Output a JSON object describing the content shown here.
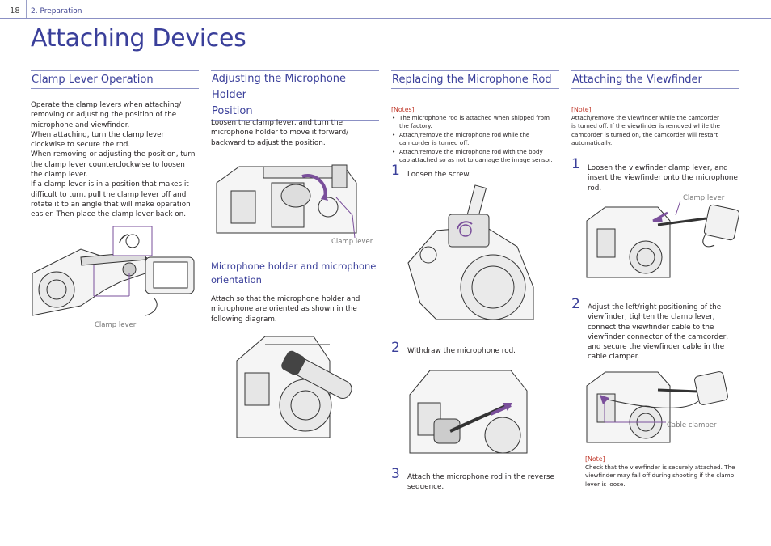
{
  "header": {
    "page_number": "18",
    "section": "2. Preparation"
  },
  "page_title": "Attaching Devices",
  "col1": {
    "heading": "Clamp Lever Operation",
    "paragraphs": [
      "Operate the clamp levers when attaching/",
      "removing or adjusting the position of the",
      "microphone and viewfinder.",
      "When attaching, turn the clamp lever",
      "clockwise to secure the rod.",
      "When removing or adjusting the position, turn",
      "the clamp lever counterclockwise to loosen",
      "the clamp lever.",
      "If a clamp lever is in a position that makes it",
      "difficult to turn, pull the clamp lever off and",
      "rotate it to an angle that will make operation",
      "easier. Then place the clamp lever back on."
    ],
    "figure_caption": "Clamp lever"
  },
  "col2": {
    "heading_line1": "Adjusting the Microphone Holder",
    "heading_line2": "Position",
    "body": [
      "Loosen the clamp lever, and turn the",
      "microphone holder to move it forward/",
      "backward to adjust the position."
    ],
    "figure_caption": "Clamp lever",
    "subheading_line1": "Microphone holder and microphone",
    "subheading_line2": "orientation",
    "sub_body": [
      "Attach so that the microphone holder and",
      "microphone are oriented as shown in the",
      "following diagram."
    ]
  },
  "col3": {
    "heading": "Replacing the Microphone Rod",
    "notes_label": "[Notes]",
    "notes": [
      [
        "The microphone rod is attached when shipped from",
        "the factory."
      ],
      [
        "Attach/remove the microphone rod while the",
        "camcorder is turned off."
      ],
      [
        "Attach/remove the microphone rod with the body",
        "cap attached so as not to damage the image sensor."
      ]
    ],
    "steps": [
      {
        "num": "1",
        "lines": [
          "Loosen the screw."
        ]
      },
      {
        "num": "2",
        "lines": [
          "Withdraw the microphone rod."
        ]
      },
      {
        "num": "3",
        "lines": [
          "Attach the microphone rod in the reverse",
          "sequence."
        ]
      }
    ]
  },
  "col4": {
    "heading": "Attaching the Viewfinder",
    "note_label": "[Note]",
    "note": [
      "Attach/remove the viewfinder while the camcorder",
      "is turned off. If the viewfinder is removed while the",
      "camcorder is turned on, the camcorder will restart",
      "automatically."
    ],
    "steps": [
      {
        "num": "1",
        "lines": [
          "Loosen the viewfinder clamp lever, and",
          "insert the viewfinder onto the microphone",
          "rod."
        ]
      },
      {
        "num": "2",
        "lines": [
          "Adjust the left/right positioning of the",
          "viewfinder, tighten the clamp lever,",
          "connect the viewfinder cable to the",
          "viewfinder connector of the camcorder,",
          "and secure the viewfinder cable in the",
          "cable clamper."
        ]
      }
    ],
    "figure1_caption": "Clamp lever",
    "figure2_caption": "Cable clamper",
    "note2_label": "[Note]",
    "note2": [
      "Check that the viewfinder is securely attached. The",
      "viewfinder may fall off during shooting if the clamp",
      "lever is loose."
    ]
  }
}
